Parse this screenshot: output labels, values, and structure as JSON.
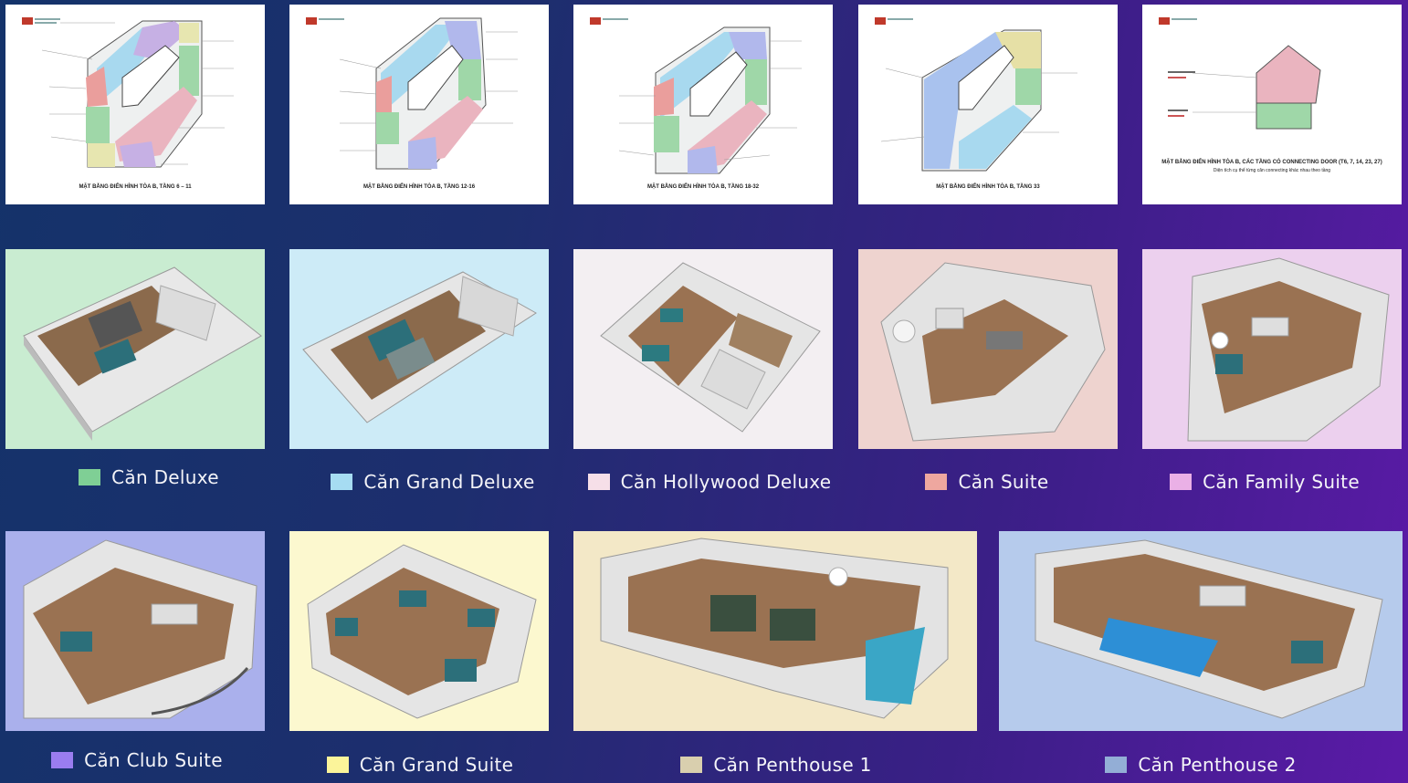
{
  "floor_plans": [
    {
      "caption": "MẶT BẰNG ĐIỂN HÌNH TÒA B, TẦNG 6 – 11"
    },
    {
      "caption": "MẶT BẰNG ĐIỂN HÌNH TÒA B, TẦNG 12-16"
    },
    {
      "caption": "MẶT BẰNG ĐIỂN HÌNH TÒA B, TẦNG 18-32"
    },
    {
      "caption": "MẶT BẰNG ĐIỂN HÌNH TÒA B, TẦNG 33"
    },
    {
      "caption": "MẶT BẰNG ĐIỂN HÌNH TÒA B, CÁC TẦNG CÓ CONNECTING DOOR (T6, 7, 14, 23, 27)",
      "subcaption": "Diện tích cụ thể từng căn connecting khác nhau theo tầng"
    }
  ],
  "units": [
    {
      "label": "Căn Deluxe",
      "color": "#7fcf95",
      "bg": "#c9ecd1"
    },
    {
      "label": "Căn Grand Deluxe",
      "color": "#a6dcf2",
      "bg": "#cdebf7"
    },
    {
      "label": "Căn Hollywood Deluxe",
      "color": "#f6dfe8",
      "bg": "#f3eff2"
    },
    {
      "label": "Căn Suite",
      "color": "#eea79f",
      "bg": "#eed3cf"
    },
    {
      "label": "Căn Family Suite",
      "color": "#eab0e6",
      "bg": "#ecd0ee"
    },
    {
      "label": "Căn Club Suite",
      "color": "#9a7df0",
      "bg": "#aab0ec"
    },
    {
      "label": "Căn Grand Suite",
      "color": "#fbf49a",
      "bg": "#fcf8cf"
    },
    {
      "label": "Căn Penthouse 1",
      "color": "#d9cfae",
      "bg": "#f3e8c7"
    },
    {
      "label": "Căn Penthouse 2",
      "color": "#93aed6",
      "bg": "#b6cbec"
    }
  ]
}
